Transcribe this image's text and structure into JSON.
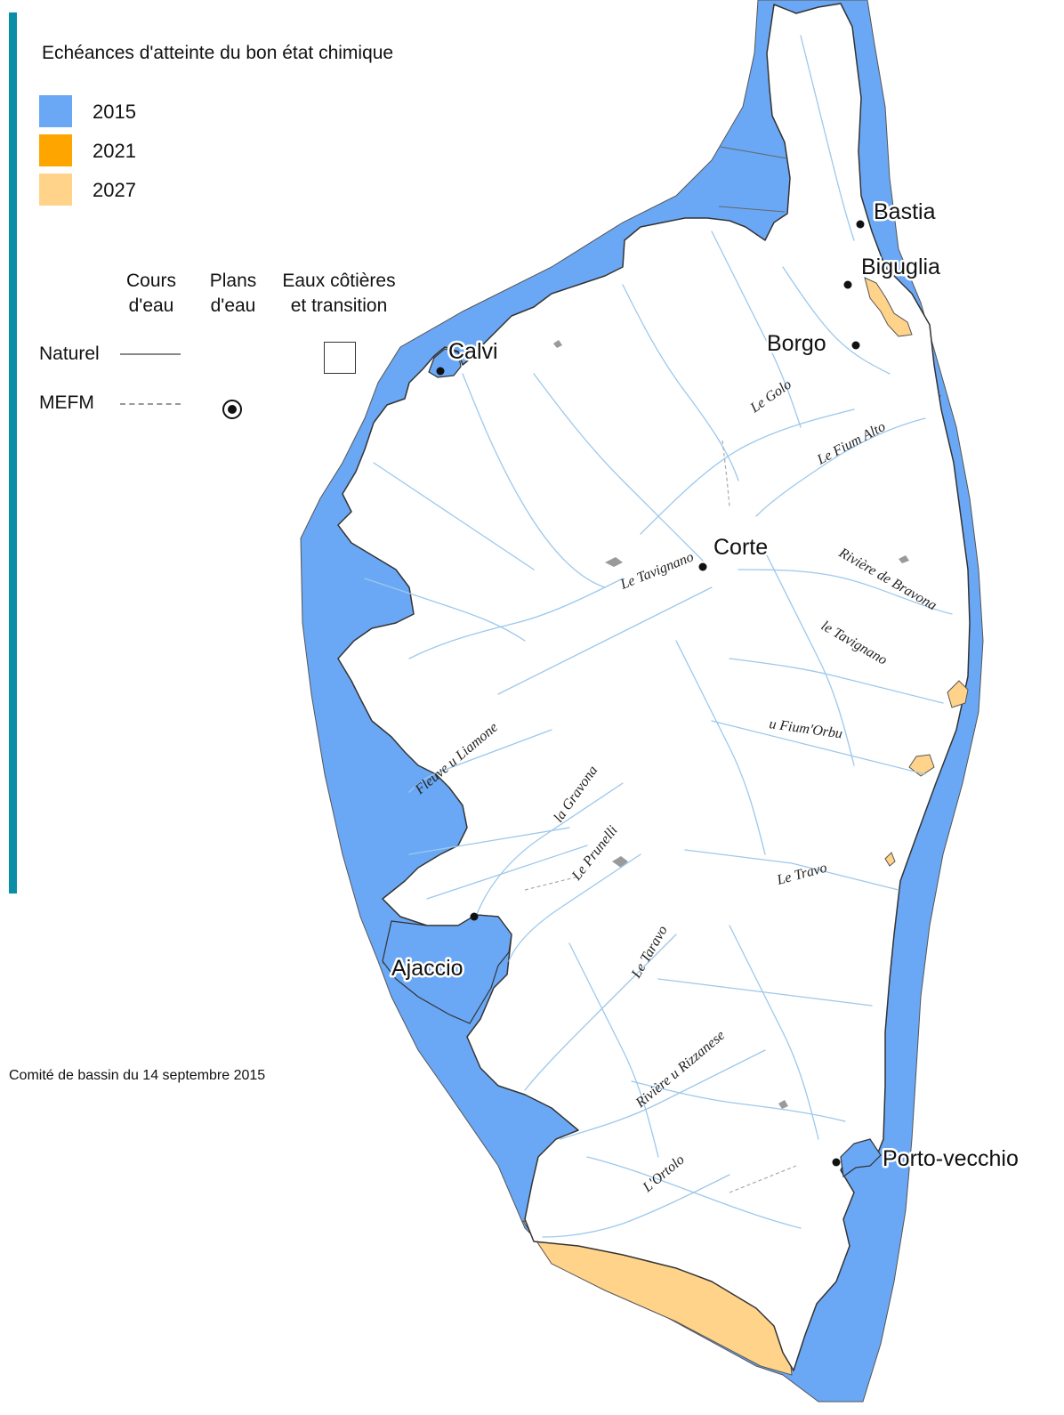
{
  "legend": {
    "title": "Echéances d'atteinte du bon état chimique",
    "items": [
      {
        "label": "2015",
        "color": "#6aa8f5"
      },
      {
        "label": "2021",
        "color": "#ffa500"
      },
      {
        "label": "2027",
        "color": "#ffd38a"
      }
    ],
    "columns": {
      "cours": [
        "Cours",
        "d'eau"
      ],
      "plans": [
        "Plans",
        "d'eau"
      ],
      "cotieres": [
        "Eaux côtières",
        "et transition"
      ]
    },
    "rows": {
      "naturel": "Naturel",
      "mefm": "MEFM"
    }
  },
  "footer": "Comité de bassin du 14 septembre 2015",
  "cities": {
    "bastia": "Bastia",
    "biguglia": "Biguglia",
    "borgo": "Borgo",
    "calvi": "Calvi",
    "corte": "Corte",
    "ajaccio": "Ajaccio",
    "porto_vecchio": "Porto-vecchio"
  },
  "rivers": {
    "golo": "Le Golo",
    "fium_alto": "Le Fium Alto",
    "tavignano1": "Le Tavignano",
    "bravona": "Rivière de Bravona",
    "tavignano2": "le Tavignano",
    "fium_orbu": "u Fium'Orbu",
    "liamone": "Fleuve u Liamone",
    "gravona": "la Gravona",
    "prunelli": "Le Prunelli",
    "travo": "Le Travo",
    "taravo": "Le Taravo",
    "rizzanese": "Rivière u Rizzanese",
    "ortolo": "L'Ortolo"
  },
  "colors": {
    "sea_2015": "#6aa8f5",
    "coast_2027": "#ffd38a",
    "river": "#9cc8ec",
    "land": "#ffffff",
    "accent": "#0a8ea8"
  }
}
